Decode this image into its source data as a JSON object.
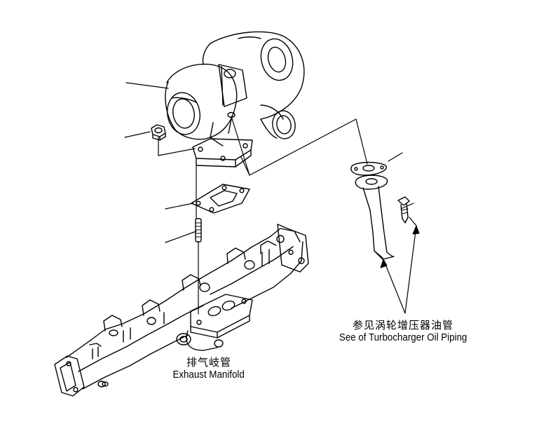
{
  "labels": {
    "manifold": {
      "zh": "排气岐管",
      "en": "Exhaust Manifold"
    },
    "oil_piping": {
      "zh": "参见涡轮增压器油管",
      "en": "See of Turbocharger Oil Piping"
    }
  },
  "colors": {
    "line": "#000000",
    "background": "#ffffff"
  }
}
